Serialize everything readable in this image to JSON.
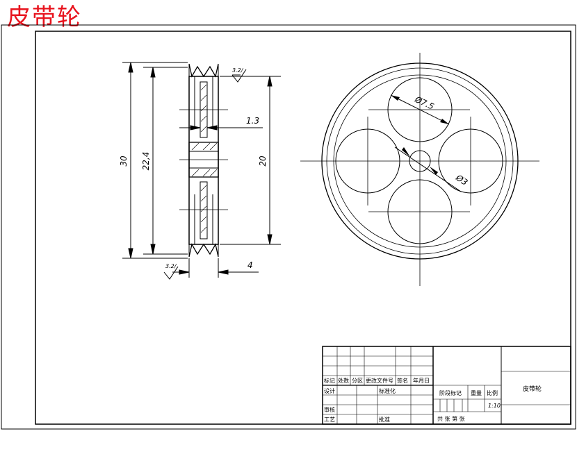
{
  "title_red": "皮带轮",
  "dimensions": {
    "outer_dia": "30",
    "pitch_dia": "22,4",
    "bore_dia": "20",
    "web_thickness": "1.3",
    "width": "4",
    "roughness_top": "3.2/",
    "roughness_bottom": "3.2/",
    "hole_dia": "Ø7.5",
    "hub_dia": "Ø3"
  },
  "title_block": {
    "h_biaoji": "标记",
    "h_chushu": "处数",
    "h_fenqu": "分区",
    "h_genggai": "更改文件号",
    "h_qianming": "签名",
    "h_riqi": "年月日",
    "sheji": "设计",
    "biaozhunhua": "标准化",
    "shenhe": "审核",
    "gongyi": "工艺",
    "pizhun": "批准",
    "jieduan": "阶段标记",
    "zhongliang": "重量",
    "bili": "比例",
    "scale": "1:10",
    "sheets": "共  张 第  张",
    "part_name": "皮带轮"
  }
}
